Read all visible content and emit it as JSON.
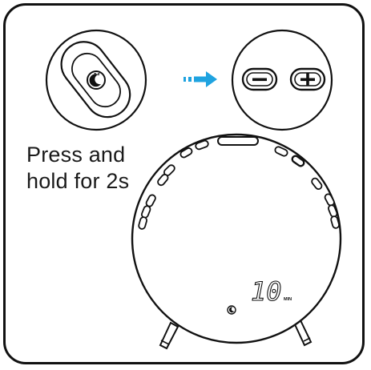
{
  "instruction": {
    "line1": "Press and",
    "line2": "hold for 2s"
  },
  "buttons": {
    "minus_icon": "minus-icon",
    "plus_icon": "plus-icon",
    "sleep_button_icon": "moon-sleep-icon"
  },
  "display": {
    "digits": "10",
    "unit": "MIN"
  },
  "arrow": {
    "color": "#1fa3e0"
  }
}
